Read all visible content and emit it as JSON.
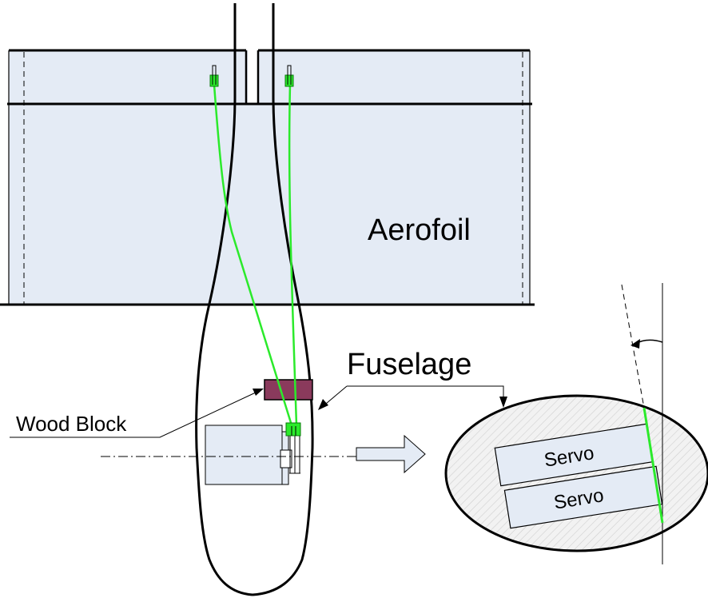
{
  "labels": {
    "aerofoil": "Aerofoil",
    "fuselage": "Fuselage",
    "wood_block": "Wood Block",
    "servo_top": "Servo",
    "servo_bottom": "Servo"
  },
  "colors": {
    "wing_fill": "#e4ebf5",
    "outline": "#000000",
    "green_wire": "#2bea2b",
    "wood_block": "#8a3a5c",
    "servo_fill": "#e4ebf5",
    "hatch": "#c8c8c8",
    "dashed_line": "#000000"
  }
}
